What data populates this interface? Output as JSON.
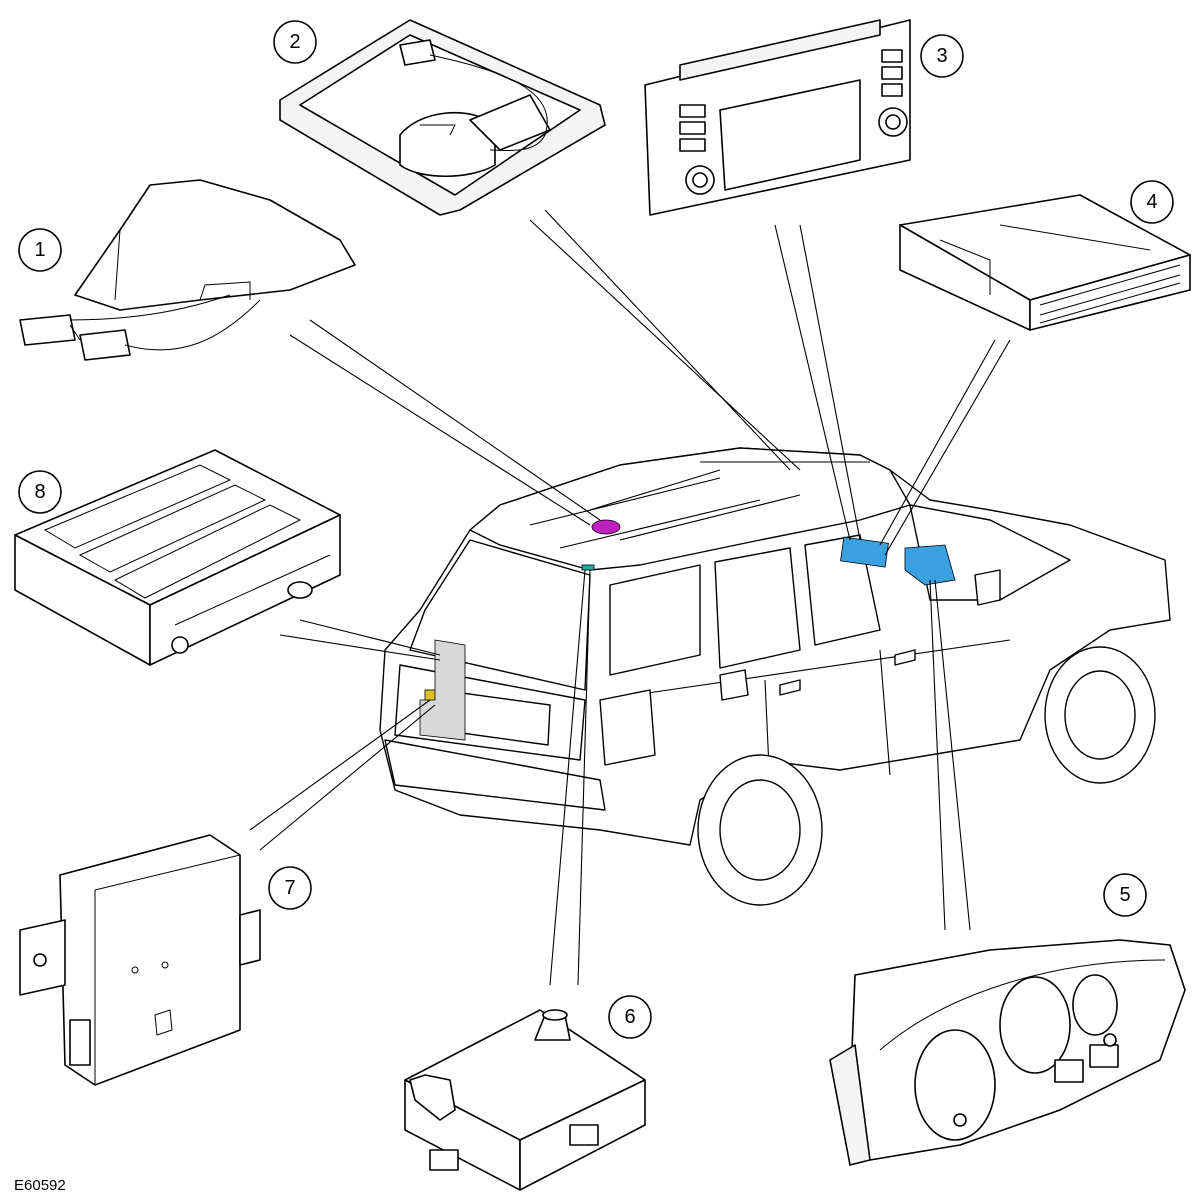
{
  "reference_code": "E60592",
  "callouts": [
    {
      "id": 1,
      "label": "1"
    },
    {
      "id": 2,
      "label": "2"
    },
    {
      "id": 3,
      "label": "3"
    },
    {
      "id": 4,
      "label": "4"
    },
    {
      "id": 5,
      "label": "5"
    },
    {
      "id": 6,
      "label": "6"
    },
    {
      "id": 7,
      "label": "7"
    },
    {
      "id": 8,
      "label": "8"
    }
  ],
  "colors": {
    "line": "#000000",
    "background": "#ffffff",
    "highlight_magenta": "#c020c0",
    "highlight_blue": "#3aa0e0",
    "highlight_green": "#80e060",
    "highlight_yellow": "#e0c020",
    "highlight_teal": "#20b0a0"
  }
}
